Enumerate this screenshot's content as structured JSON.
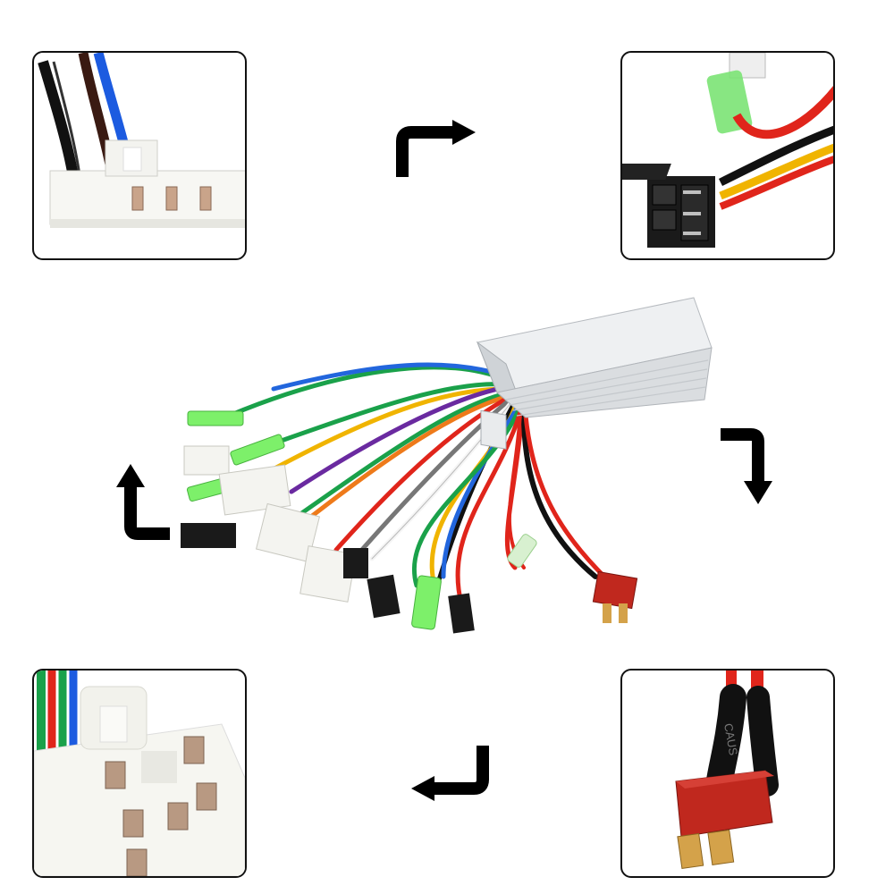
{
  "image": {
    "subject": "brushless-motor-controller-product-photo",
    "panels": [
      {
        "id": "top-left",
        "content": "3-pin-white-connector-closeup"
      },
      {
        "id": "top-right",
        "content": "black-power-connector-with-red-yellow-wires"
      },
      {
        "id": "bottom-left",
        "content": "6-pin-white-connector-closeup"
      },
      {
        "id": "bottom-right",
        "content": "red-t-plug-connector-closeup"
      }
    ],
    "printed_text": {
      "plug_marking": "CAUS"
    },
    "colors": {
      "frame": "#111111",
      "arrows": "#000000",
      "housing": "#d9dcdf",
      "t_plug": "#c0281e",
      "wire_red": "#e0251b",
      "wire_yellow": "#f0b400",
      "wire_blue": "#1d4fd6",
      "wire_green": "#1aa14a",
      "connector_green": "#7df06a",
      "connector_white": "#f4f4f0"
    }
  }
}
